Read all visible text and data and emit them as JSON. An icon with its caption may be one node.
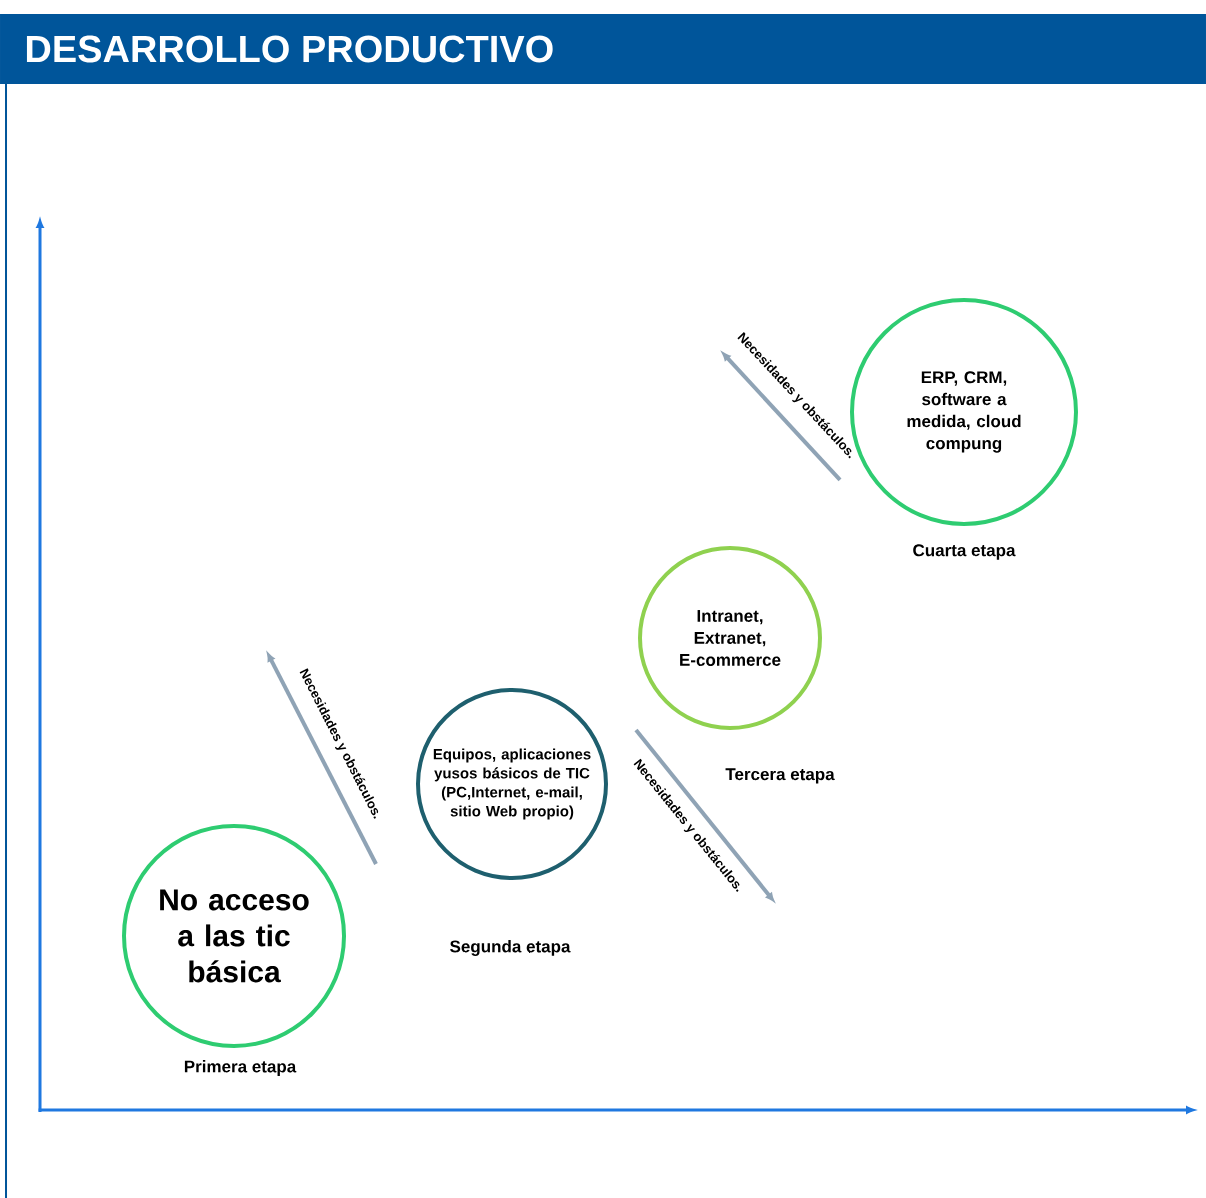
{
  "diagram": {
    "title": "DESARROLLO PRODUCTIVO",
    "nodes": [
      {
        "text": [
          "No acceso a las tic básica"
        ],
        "beside": [
          "Primera etapa"
        ]
      },
      {
        "text": [
          "Equipos, aplicaciones yusos básicos de TIC (PC,Internet, e-mail, sitio Web propio)"
        ],
        "beside": [
          "Segunda etapa"
        ]
      },
      {
        "text": [
          "Intranet, Extranet, E-commerce"
        ],
        "beside": [
          "Tercera etapa"
        ]
      },
      {
        "text": [
          "ERP, CRM, software a medida, cloud compung"
        ],
        "beside": [
          "Cuarta etapa"
        ]
      }
    ],
    "labels": [
      "Necesidades y obstáculos.",
      "Necesidades y obstáculos.",
      "Necesidades y obstáculos."
    ]
  }
}
